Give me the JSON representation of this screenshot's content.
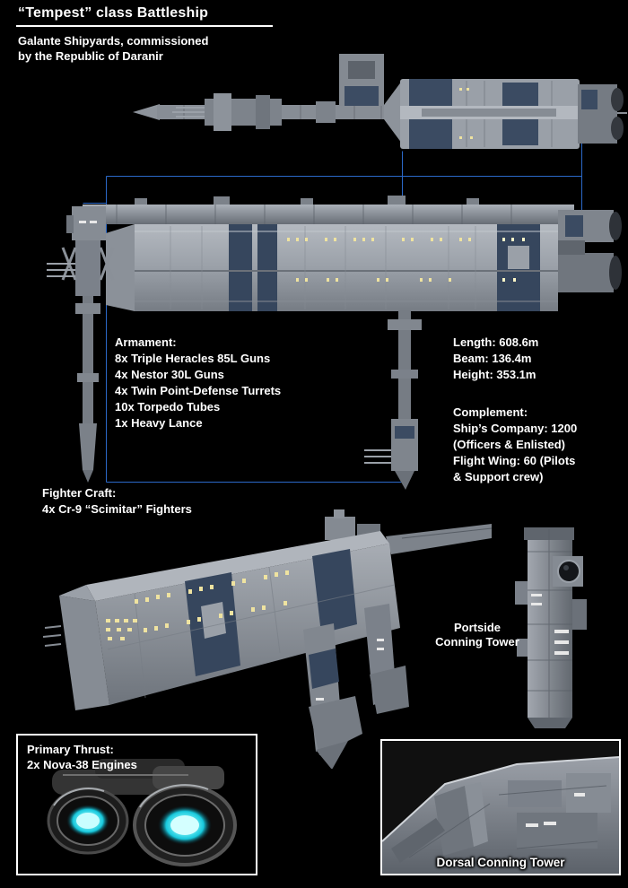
{
  "header": {
    "title": "“Tempest” class Battleship",
    "subtitle_line1": "Galante Shipyards, commissioned",
    "subtitle_line2": "by the Republic of Daranir"
  },
  "specs": {
    "armament": {
      "heading": "Armament:",
      "items": [
        "8x Triple Heracles 85L Guns",
        "4x Nestor 30L Guns",
        "4x Twin Point-Defense Turrets",
        "10x Torpedo Tubes",
        "1x Heavy Lance"
      ]
    },
    "dimensions": {
      "length": "Length: 608.6m",
      "beam": "Beam: 136.4m",
      "height": "Height: 353.1m"
    },
    "complement": {
      "heading": "Complement:",
      "lines": [
        "Ship’s Company: 1200",
        "(Officers & Enlisted)",
        "Flight Wing: 60 (Pilots",
        "& Support crew)"
      ]
    },
    "fighter_craft": {
      "heading": "Fighter Craft:",
      "detail": "4x Cr-9 “Scimitar” Fighters"
    }
  },
  "callouts": {
    "portside_tower": {
      "line1": "Portside",
      "line2": "Conning Tower"
    },
    "primary_thrust": {
      "line1": "Primary Thrust:",
      "line2": "2x Nova-38 Engines"
    },
    "dorsal_tower": "Dorsal Conning Tower"
  },
  "colors": {
    "background": "#000000",
    "text": "#ffffff",
    "hull_gray": "#9aa0a8",
    "hull_accent_blue": "#36465d",
    "wireframe_blue": "#2e6fd4",
    "engine_glow_cyan": "#2adbe8",
    "window_glow": "#efe3a0"
  }
}
